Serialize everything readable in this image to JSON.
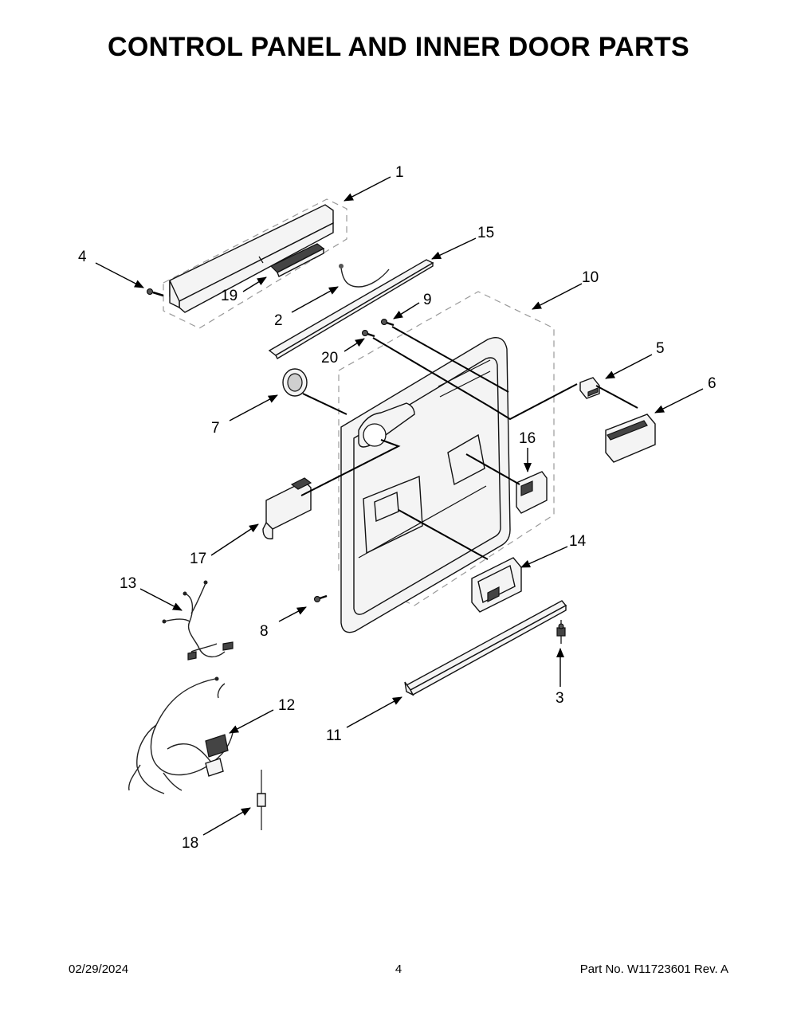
{
  "title": "CONTROL PANEL AND INNER DOOR PARTS",
  "callouts": [
    "1",
    "2",
    "3",
    "4",
    "5",
    "6",
    "7",
    "8",
    "9",
    "10",
    "11",
    "12",
    "13",
    "14",
    "15",
    "16",
    "17",
    "18",
    "19",
    "20"
  ],
  "footer": {
    "date": "02/29/2024",
    "page": "4",
    "part_no": "Part No.  W11723601  Rev.  A"
  }
}
